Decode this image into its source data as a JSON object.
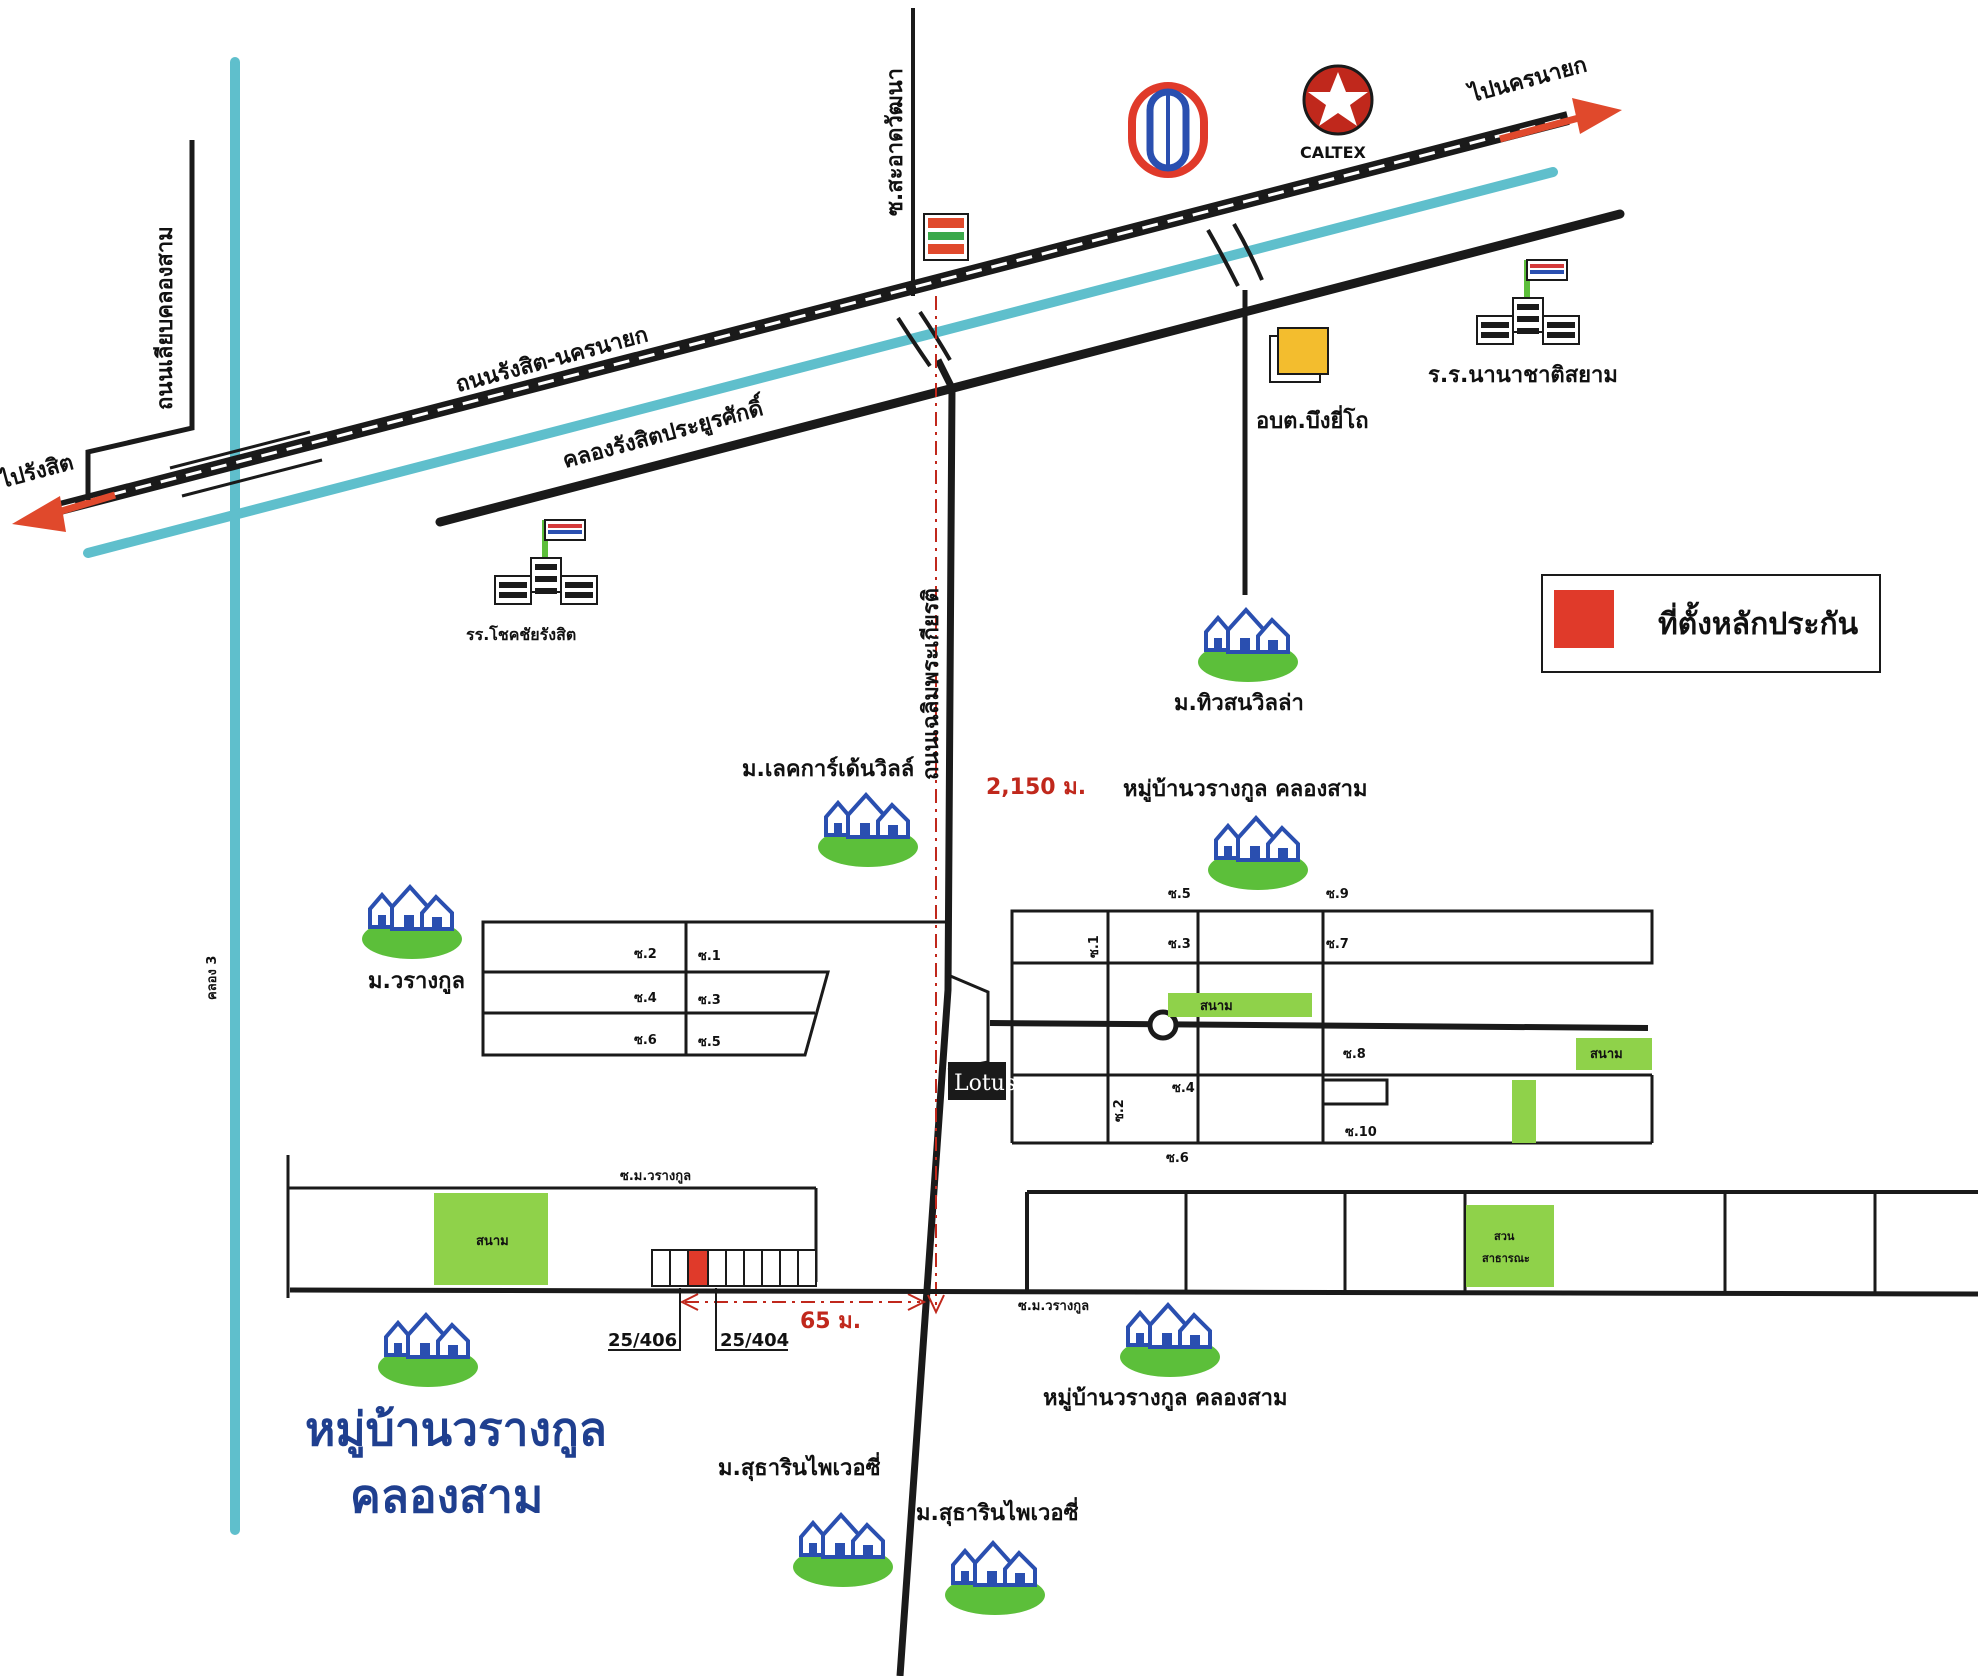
{
  "colors": {
    "canal": "#5fbfcc",
    "road": "#1a1a1a",
    "arrow": "#e0492c",
    "house_roof": "#2a4fb0",
    "house_lawn": "#5cbf3a",
    "green_area": "#8fd24a",
    "collateral": "#e03a2a",
    "dimension": "#c0281c",
    "big_label": "#1f3f8f"
  },
  "roads": {
    "rangsit_nakhon_nayok": "ถนนรังสิต-นครนายก",
    "liap_khlong_sam": "ถนนเลียบคลองสาม",
    "soi_sa_at": "ซ.สะอาดวัฒนา",
    "chaloem_phrakiat": "ถนนเฉลิมพระเกียรติ",
    "canal_rangsit": "คลองรังสิตประยูรศักดิ์",
    "khlong3": "คลอง 3"
  },
  "directions": {
    "to_rangsit": "ไปรังสิต",
    "to_nakhon_nayok": "ไปนครนายก"
  },
  "brands": {
    "caltex": "CALTEX",
    "lotus": "Lotus"
  },
  "places": {
    "school_international": "ร.ร.นานาชาติสยาม",
    "tambon_office": "อบต.บึงยี่โถ",
    "school_chokchai": "รร.โชคชัยรังสิต",
    "tiw_son_villa": "ม.ทิวสนวิลล่า",
    "lake_garden": "ม.เลคการ์เด้นวิลล์",
    "warangkul_k3_north": "หมู่บ้านวรางกูล คลองสาม",
    "warangkul": "ม.วรางกูล",
    "warangkul_k3_south": "หมู่บ้านวรางกูล คลองสาม",
    "sutharin_1": "ม.สุธารินไพเวอซี่",
    "sutharin_2": "ม.สุธารินไพเวอซี่",
    "big_line1": "หมู่บ้านวรางกูล",
    "big_line2": "คลองสาม"
  },
  "legend": {
    "collateral_label": "ที่ตั้งหลักประกัน"
  },
  "distances": {
    "main": "2,150 ม.",
    "short": "65 ม."
  },
  "addresses": {
    "left": "25/406",
    "right": "25/404"
  },
  "soi": {
    "s2": "ซ.2",
    "s1": "ซ.1",
    "s4": "ซ.4",
    "s3": "ซ.3",
    "s6": "ซ.6",
    "s5": "ซ.5",
    "r5": "ซ.5",
    "r9": "ซ.9",
    "r1": "ซ.1",
    "r3": "ซ.3",
    "r7": "ซ.7",
    "r8": "ซ.8",
    "r2": "ซ.2",
    "r4": "ซ.4",
    "r10": "ซ.10",
    "r6": "ซ.6",
    "m_warangkul_top": "ซ.ม.วรางกูล",
    "m_warangkul_bottom": "ซ.ม.วรางกูล"
  },
  "areas": {
    "field1": "สนาม",
    "field2": "สนาม",
    "field3": "สนาม",
    "park_line1": "สวน",
    "park_line2": "สาธารณะ"
  }
}
